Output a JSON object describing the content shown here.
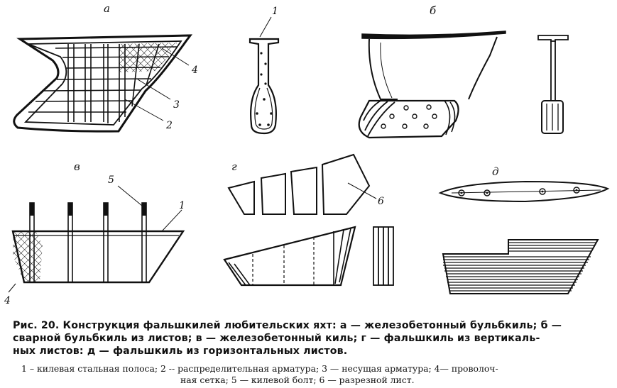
{
  "panels": {
    "a": "а",
    "b": "б",
    "v": "в",
    "g": "г",
    "d": "д"
  },
  "callouts": {
    "a_4": "4",
    "a_3": "3",
    "a_2": "2",
    "detail_1": "1",
    "v_5": "5",
    "v_1": "1",
    "v_4": "4",
    "g_6": "6"
  },
  "caption": {
    "line1": "Рис. 20. Конструкция фальшкилей любительских яхт: а — железобетонный бульбкиль; б —",
    "line2": "сварной бульбкиль из листов; в — железобетонный киль; г — фальшкиль из вертикаль-",
    "line3": "ных листов: д — фальшкиль из горизонтальных листов."
  },
  "legend": {
    "line1": "1 – килевая стальная полоса; 2 -- распределительная арматура; 3 — несущая арматура;   4— проволоч-",
    "line2": "ная сетка; 5 — килевой болт; 6 — разрезной лист."
  }
}
